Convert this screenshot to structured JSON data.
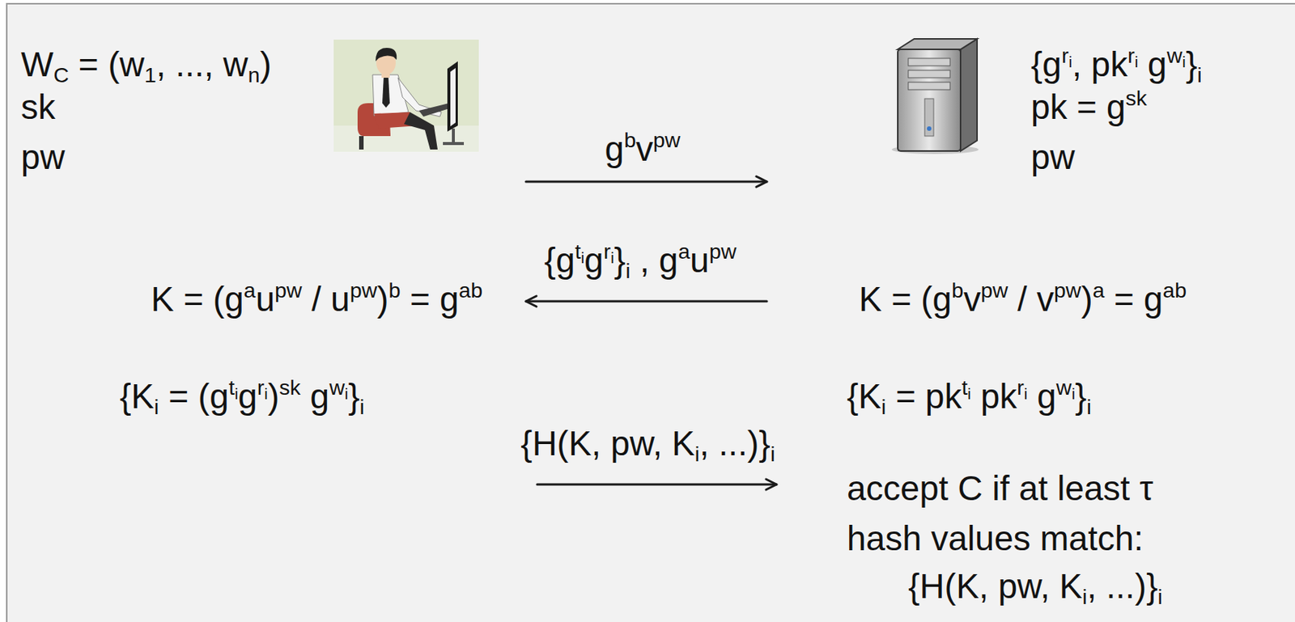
{
  "diagram": {
    "labels": [
      "WC = (w1, ..., wn)",
      "sk",
      "pw",
      "{gri, pkri gwi}i",
      "pk = gsk",
      "pw",
      "gbvpw",
      "{gtigri}i , gaupw",
      "{H(K, pw, Ki, ...)}i",
      "K = (gaupw / upw)b = gab",
      "{Ki = (gtigri)sk gwi}i",
      "K = (gbvpw / vpw)a = gab",
      "{Ki = pkti pkri gwi}i",
      "accept C if at least τ hash values match:",
      "{H(K, pw, Ki, ...)}i"
    ]
  }
}
